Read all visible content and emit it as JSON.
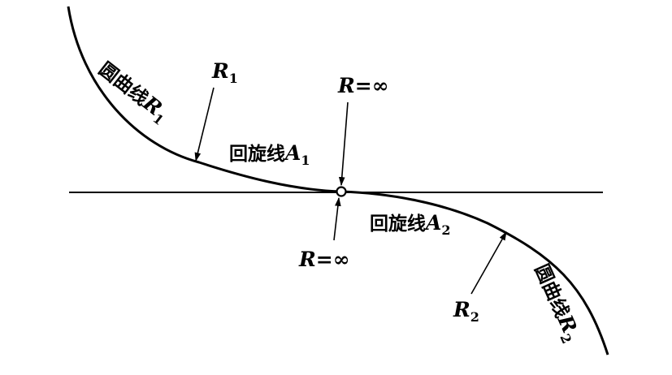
{
  "diagram": {
    "labels": {
      "circle_r1": {
        "text": "圆曲线",
        "var": "R",
        "sub": "1"
      },
      "r1": {
        "var": "R",
        "sub": "1"
      },
      "spiral_a1": {
        "text": "回旋线",
        "var": "A",
        "sub": "1"
      },
      "r_inf_top": {
        "text": "R=∞"
      },
      "r_inf_bottom": {
        "text": "R=∞"
      },
      "spiral_a2": {
        "text": "回旋线",
        "var": "A",
        "sub": "2"
      },
      "r2": {
        "var": "R",
        "sub": "2"
      },
      "circle_r2": {
        "text": "圆曲线",
        "var": "R",
        "sub": "2"
      }
    },
    "colors": {
      "line": "#000000",
      "background": "#ffffff"
    }
  }
}
